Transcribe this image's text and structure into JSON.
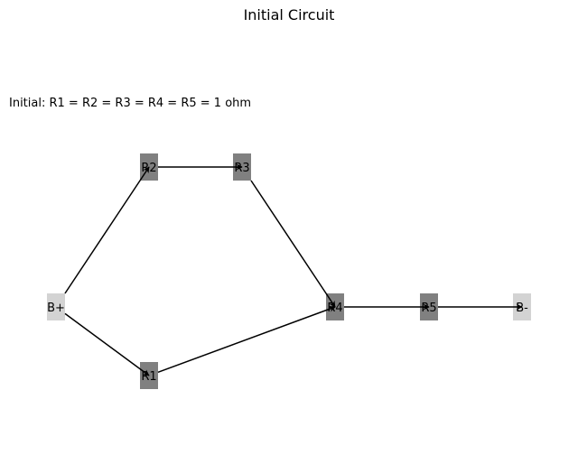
{
  "title": "Initial Circuit",
  "annotation": "Initial: R1 = R2 = R3 = R4 = R5 = 1 ohm",
  "colors": {
    "terminal": "#d3d3d3",
    "resistor": "#808080",
    "edge": "#000000"
  },
  "nodes": [
    {
      "id": "bplus",
      "label": "B+",
      "kind": "terminal"
    },
    {
      "id": "r1",
      "label": "R1",
      "kind": "resistor"
    },
    {
      "id": "r2",
      "label": "R2",
      "kind": "resistor"
    },
    {
      "id": "r3",
      "label": "R3",
      "kind": "resistor"
    },
    {
      "id": "r4",
      "label": "R4",
      "kind": "resistor"
    },
    {
      "id": "r5",
      "label": "R5",
      "kind": "resistor"
    },
    {
      "id": "bminus",
      "label": "B-",
      "kind": "terminal"
    }
  ],
  "edges": [
    {
      "from": "bplus",
      "to": "r2"
    },
    {
      "from": "bplus",
      "to": "r1"
    },
    {
      "from": "r2",
      "to": "r3"
    },
    {
      "from": "r3",
      "to": "r4"
    },
    {
      "from": "r1",
      "to": "r4"
    },
    {
      "from": "r4",
      "to": "r5"
    },
    {
      "from": "r5",
      "to": "bminus"
    }
  ]
}
